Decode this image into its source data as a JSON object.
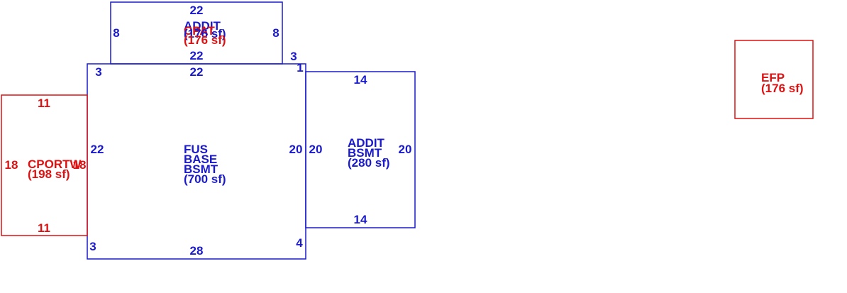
{
  "colors": {
    "blue": "#1a1acc",
    "red": "#dd1111",
    "background": "#ffffff"
  },
  "areas": {
    "main": {
      "lines": [
        "FUS",
        "BASE",
        "BSMT"
      ],
      "area": "(700 sf)",
      "color": "blue"
    },
    "addit_bsmt": {
      "lines": [
        "ADDIT",
        "BSMT"
      ],
      "area": "(280 sf)",
      "color": "blue"
    },
    "addit_top": {
      "lines": [
        "ADDIT"
      ],
      "area": "(176 sf)",
      "color": "blue"
    },
    "cpat": {
      "lines": [
        "CPAT"
      ],
      "area": "(176 sf)",
      "color": "red"
    },
    "cport": {
      "lines": [
        "CPORTW"
      ],
      "area": "(198 sf)",
      "color": "red"
    },
    "efp": {
      "lines": [
        "EFP"
      ],
      "area": "(176 sf)",
      "color": "red"
    }
  },
  "dimensions": {
    "main": {
      "top": "22",
      "bottom": "28",
      "left": "22",
      "right": "20",
      "corner_tl": "3",
      "corner_bl": "3",
      "corner_br": "4",
      "corner_tr": "1"
    },
    "addit_top": {
      "top": "22",
      "bottom": "22",
      "left": "8",
      "right": "8",
      "corner": "3"
    },
    "addit_bsmt": {
      "top": "14",
      "bottom": "14",
      "left": "20",
      "right": "20"
    },
    "cport": {
      "top": "11",
      "bottom": "11",
      "left": "18",
      "right": "18"
    }
  }
}
